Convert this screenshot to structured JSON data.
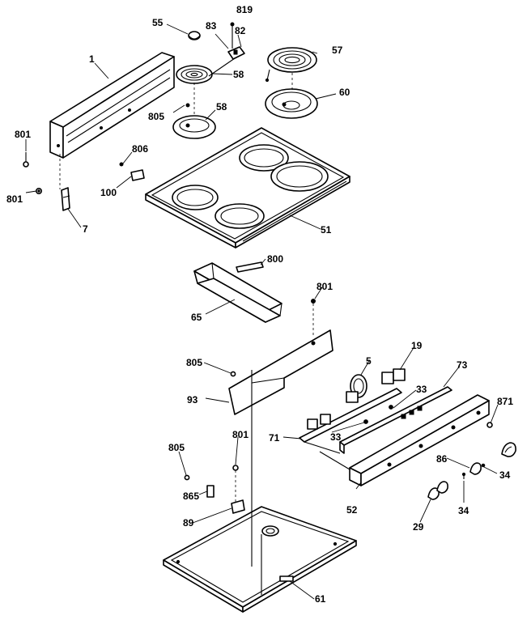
{
  "diagram": {
    "labels": {
      "p1": "1",
      "p55": "55",
      "p83": "83",
      "p819": "819",
      "p82": "82",
      "p57": "57",
      "p58a": "58",
      "p58b": "58",
      "p60": "60",
      "p805a": "805",
      "p801a": "801",
      "p806": "806",
      "p100": "100",
      "p801b": "801",
      "p7": "7",
      "p51": "51",
      "p800": "800",
      "p65": "65",
      "p801c": "801",
      "p805b": "805",
      "p93": "93",
      "p5": "5",
      "p19": "19",
      "p73": "73",
      "p33a": "33",
      "p33b": "33",
      "p871": "871",
      "p71": "71",
      "p801d": "801",
      "p805c": "805",
      "p86": "86",
      "p34a": "34",
      "p865": "865",
      "p89": "89",
      "p52": "52",
      "p34b": "34",
      "p29": "29",
      "p61": "61"
    }
  }
}
